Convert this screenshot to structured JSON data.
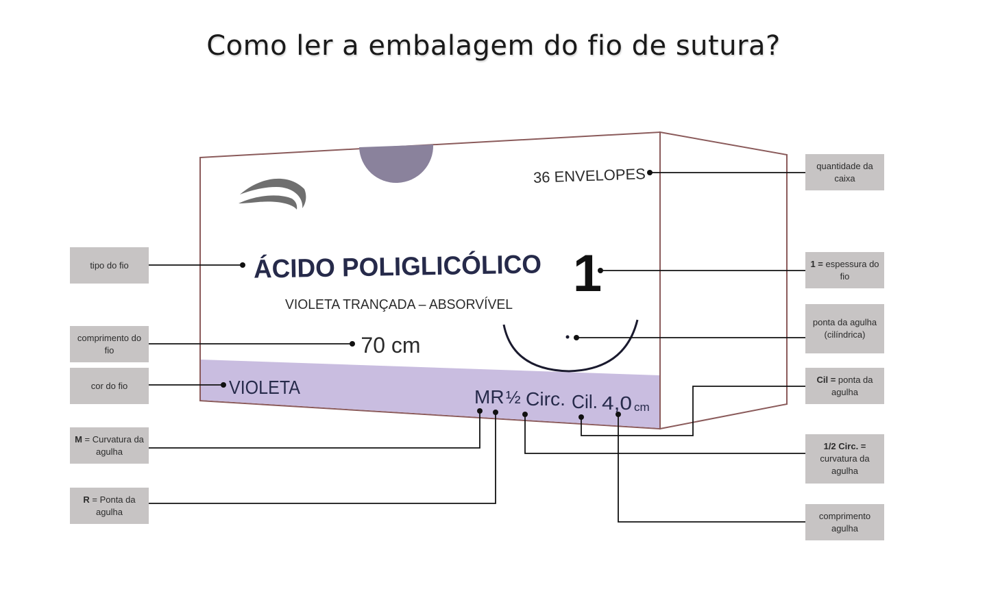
{
  "title": "Como ler a embalagem do fio de sutura?",
  "colors": {
    "band": "#c9bde0",
    "notch": "#8a829c",
    "label_bg": "#c7c4c4",
    "box_edge": "#8a5a5a",
    "product_text": "#262a4a"
  },
  "box": {
    "logo": "wave-logo-icon",
    "envelopes": "36 ENVELOPES",
    "product": "ÁCIDO POLIGLICÓLICO",
    "subtitle": "VIOLETA TRANÇADA – ABSORVÍVEL",
    "length": "70 cm",
    "gauge": "1",
    "color_name": "VIOLETA",
    "needle_code": "MR",
    "circ": "½",
    "circ_word": "Circ.",
    "tip": "Cil.",
    "needle_length": "4,0",
    "unit": "cm"
  },
  "labels": {
    "left": {
      "tipo": "tipo do fio",
      "comprimento": "comprimento do fio",
      "cor": "cor do fio",
      "m_bold": "M",
      "m_rest": " = Curvatura da agulha",
      "r_bold": "R",
      "r_rest": " = Ponta da agulha"
    },
    "right": {
      "quantidade": "quantidade da caixa",
      "espessura_bold": "1 =",
      "espessura_rest": " espessura do fio",
      "ponta": "ponta da agulha (cilíndrica)",
      "cil_bold": "Cil =",
      "cil_rest": " ponta da agulha",
      "circ_bold": "1/2 Circ. =",
      "circ_rest": " curvatura da agulha",
      "comp_agulha": "comprimento agulha"
    }
  }
}
